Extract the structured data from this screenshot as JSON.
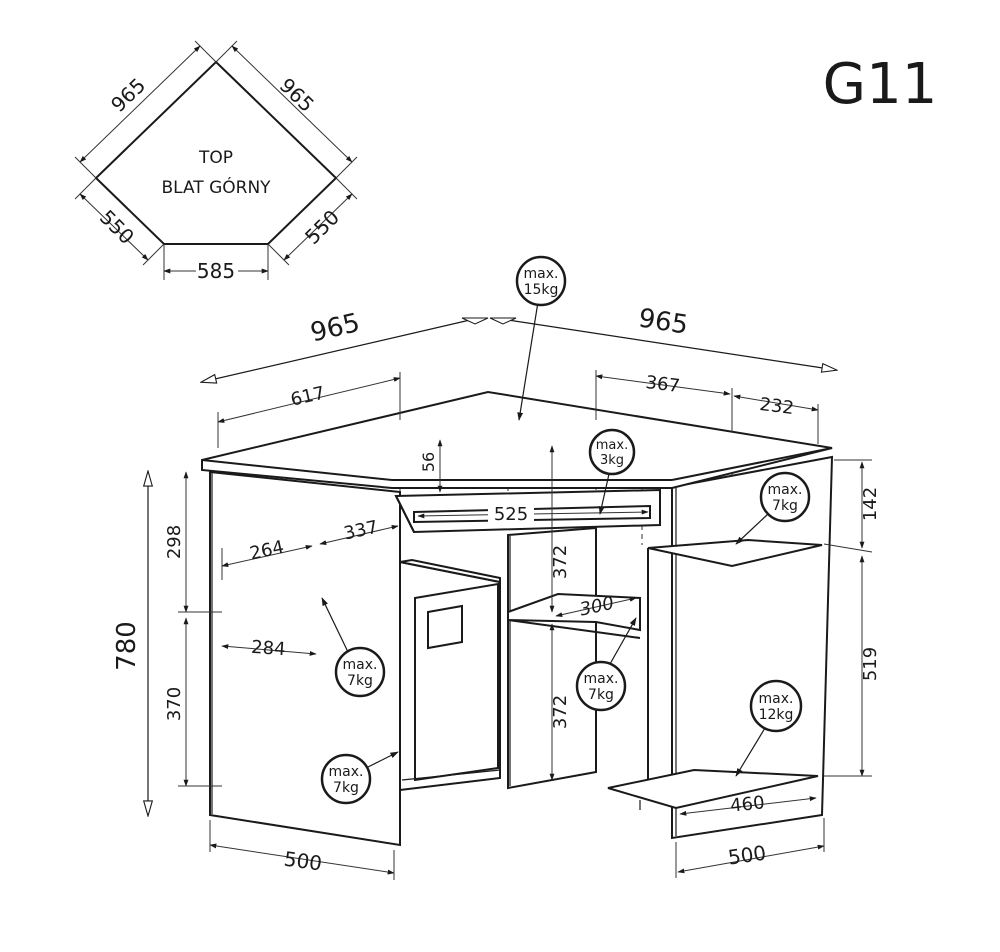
{
  "model_code": "G11",
  "top_view": {
    "label_line1": "TOP",
    "label_line2": "BLAT GÓRNY",
    "dim_left_long": "965",
    "dim_right_long": "965",
    "dim_left_short": "550",
    "dim_right_short": "550",
    "dim_front": "585"
  },
  "dimensions": {
    "overall_left": "965",
    "overall_right": "965",
    "left_depth_top": "617",
    "right_span_367": "367",
    "right_span_232": "232",
    "top_thickness": "56",
    "keyboard_width": "525",
    "left_shelf_264": "264",
    "left_shelf_337": "337",
    "left_shelf_284": "284",
    "height_total": "780",
    "height_298": "298",
    "height_370": "370",
    "center_372_upper": "372",
    "center_372_lower": "372",
    "center_shelf_300": "300",
    "right_142": "142",
    "right_519": "519",
    "right_shelf_460": "460",
    "base_left_500": "500",
    "base_right_500": "500"
  },
  "load_labels": {
    "top": [
      "max.",
      "15kg"
    ],
    "keyboard": [
      "max.",
      "3kg"
    ],
    "right_upper": [
      "max.",
      "7kg"
    ],
    "left_upper": [
      "max.",
      "7kg"
    ],
    "center": [
      "max.",
      "7kg"
    ],
    "left_lower": [
      "max.",
      "7kg"
    ],
    "right_lower": [
      "max.",
      "12kg"
    ]
  }
}
